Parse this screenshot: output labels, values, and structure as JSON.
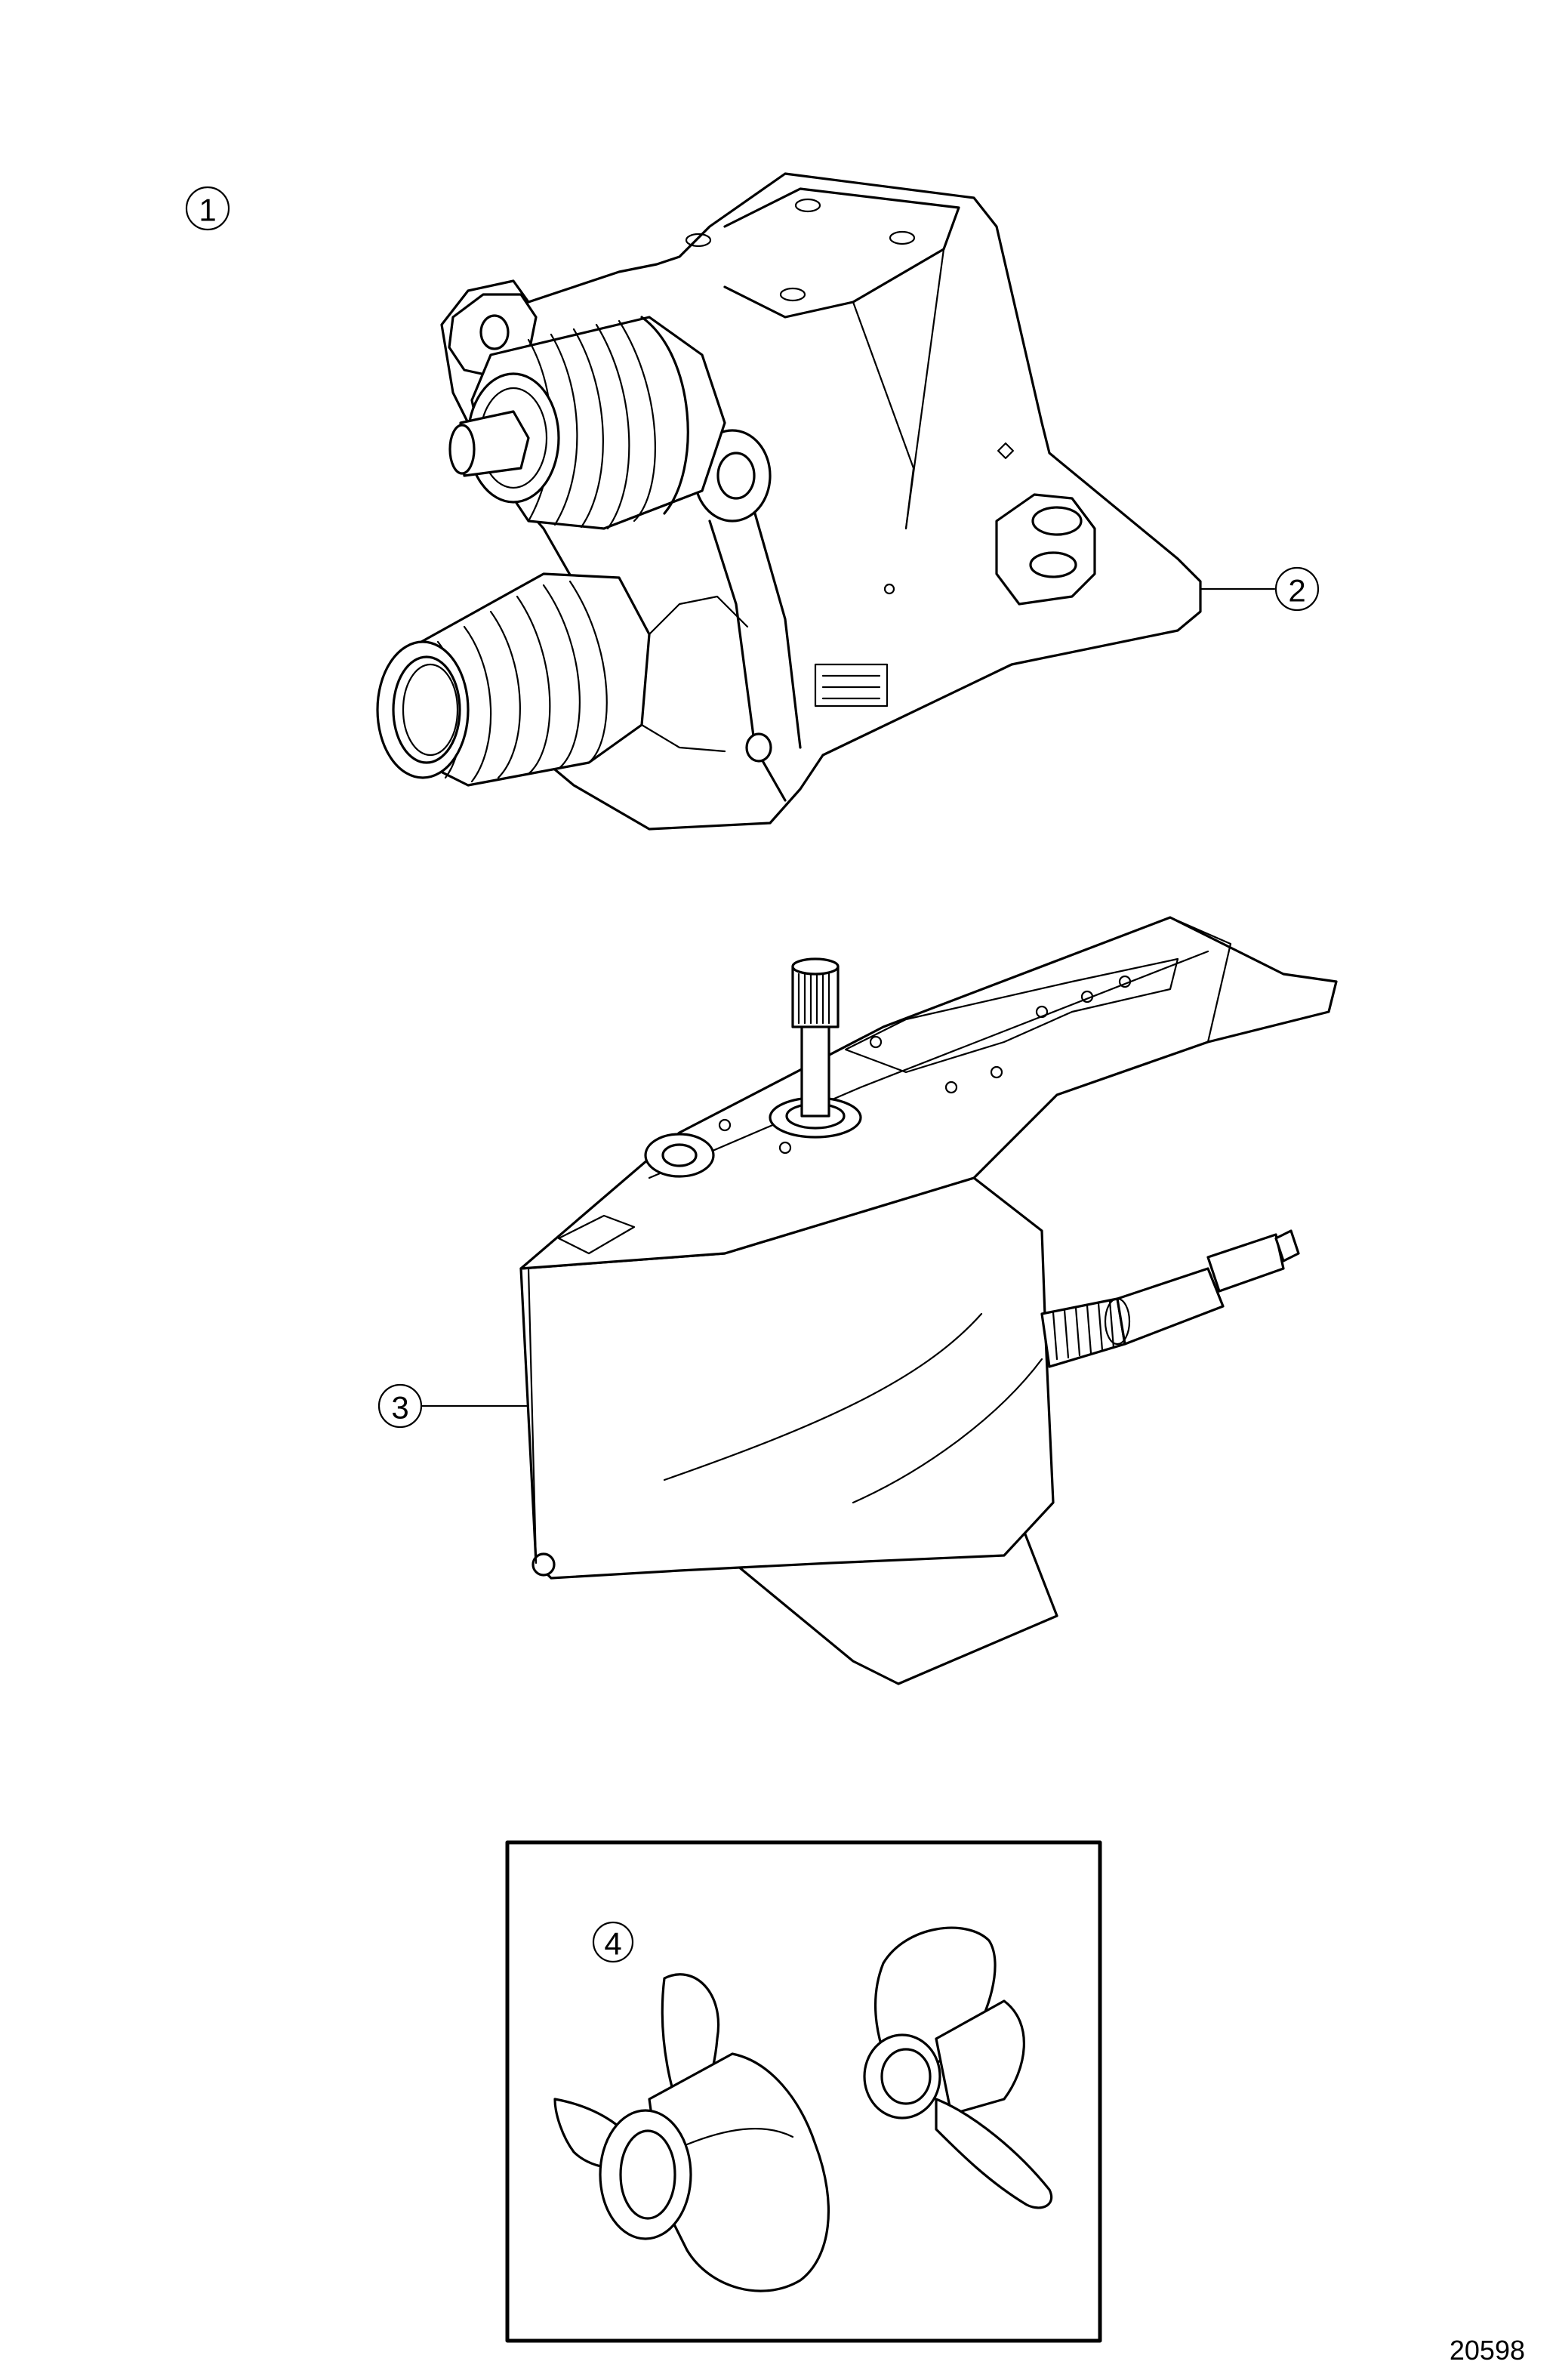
{
  "figure_number": "20598",
  "callouts": [
    {
      "id": "callout-1",
      "label": "1"
    },
    {
      "id": "callout-2",
      "label": "2"
    },
    {
      "id": "callout-3",
      "label": "3"
    },
    {
      "id": "callout-4",
      "label": "4"
    }
  ],
  "parts": [
    "upper-gear-unit",
    "lower-gear-unit",
    "propeller-front",
    "propeller-rear"
  ]
}
